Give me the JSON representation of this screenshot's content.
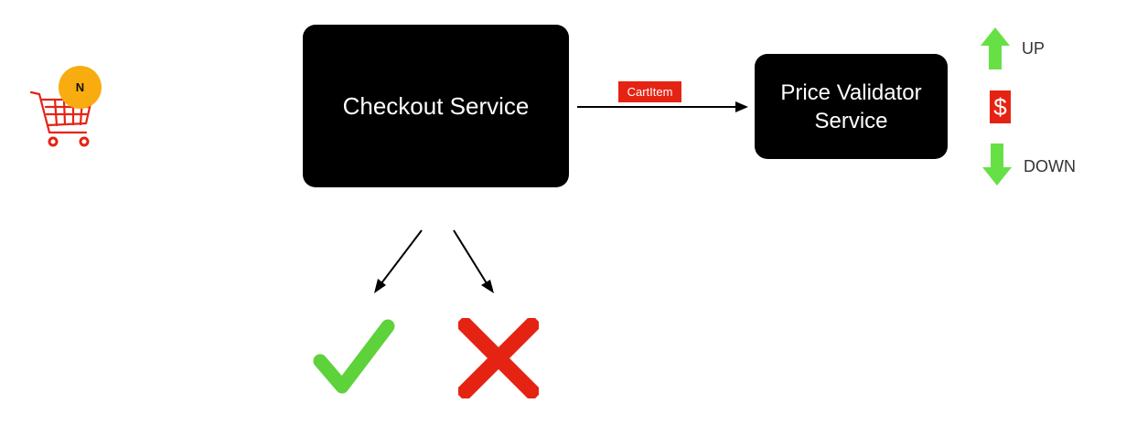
{
  "diagram": {
    "checkout_service": {
      "label": "Checkout Service"
    },
    "price_validator_service": {
      "line1": "Price Validator",
      "line2": "Service"
    },
    "message_label": "CartItem",
    "user_badge": "N",
    "legend": {
      "up_label": "UP",
      "down_label": "DOWN",
      "price_symbol": "$"
    },
    "outcomes": {
      "success_icon": "checkmark-icon",
      "failure_icon": "cross-icon"
    },
    "icons": {
      "cart": "shopping-cart-icon",
      "up": "arrow-up-icon",
      "down": "arrow-down-icon"
    },
    "colors": {
      "box": "#000000",
      "accent_red": "#e52313",
      "green": "#67e046",
      "check_green": "#5dd23a",
      "badge_orange": "#f9ac0f"
    }
  }
}
